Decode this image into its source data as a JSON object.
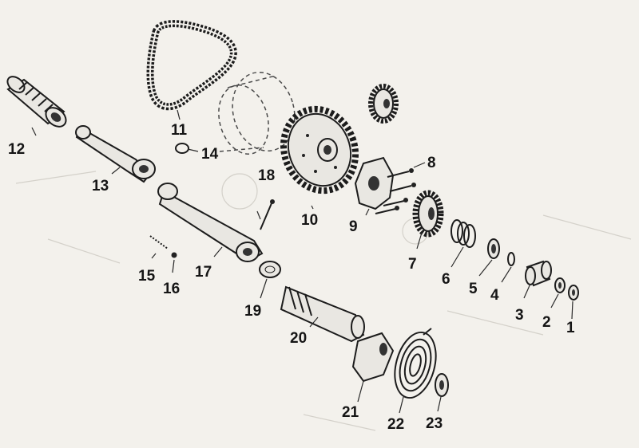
{
  "diagram": {
    "callouts": [
      {
        "key": "c12",
        "text": "12"
      },
      {
        "key": "c11",
        "text": "11"
      },
      {
        "key": "c14",
        "text": "14"
      },
      {
        "key": "c13",
        "text": "13"
      },
      {
        "key": "c18",
        "text": "18"
      },
      {
        "key": "c8",
        "text": "8"
      },
      {
        "key": "c10",
        "text": "10"
      },
      {
        "key": "c9",
        "text": "9"
      },
      {
        "key": "c15",
        "text": "15"
      },
      {
        "key": "c16",
        "text": "16"
      },
      {
        "key": "c17",
        "text": "17"
      },
      {
        "key": "c7",
        "text": "7"
      },
      {
        "key": "c6",
        "text": "6"
      },
      {
        "key": "c5",
        "text": "5"
      },
      {
        "key": "c4",
        "text": "4"
      },
      {
        "key": "c3",
        "text": "3"
      },
      {
        "key": "c2",
        "text": "2"
      },
      {
        "key": "c1",
        "text": "1"
      },
      {
        "key": "c19",
        "text": "19"
      },
      {
        "key": "c20",
        "text": "20"
      },
      {
        "key": "c21",
        "text": "21"
      },
      {
        "key": "c22",
        "text": "22"
      },
      {
        "key": "c23",
        "text": "23"
      }
    ]
  }
}
